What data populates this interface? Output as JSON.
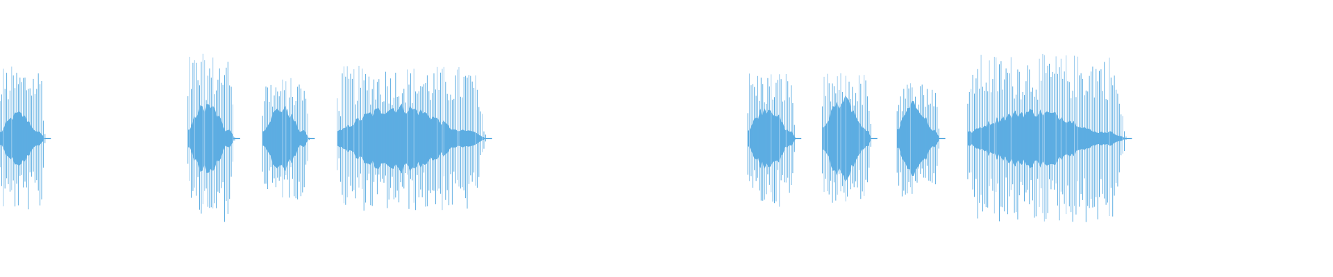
{
  "waveform": {
    "color": "#5dade2",
    "secondary_color": "#9fcdee",
    "background": "#ffffff",
    "segments": [
      {
        "name": "segment-1",
        "start": 0.0,
        "end": 0.034,
        "peak": 0.62,
        "body": 0.22
      },
      {
        "name": "segment-2",
        "start": 0.141,
        "end": 0.176,
        "peak": 0.72,
        "body": 0.3
      },
      {
        "name": "segment-3",
        "start": 0.197,
        "end": 0.232,
        "peak": 0.52,
        "body": 0.27
      },
      {
        "name": "segment-4",
        "start": 0.253,
        "end": 0.365,
        "peak": 0.62,
        "body": 0.28
      },
      {
        "name": "segment-5",
        "start": 0.561,
        "end": 0.597,
        "peak": 0.58,
        "body": 0.28
      },
      {
        "name": "segment-6",
        "start": 0.617,
        "end": 0.654,
        "peak": 0.56,
        "body": 0.34
      },
      {
        "name": "segment-7",
        "start": 0.673,
        "end": 0.705,
        "peak": 0.5,
        "body": 0.3
      },
      {
        "name": "segment-8",
        "start": 0.726,
        "end": 0.845,
        "peak": 0.72,
        "body": 0.24
      }
    ]
  }
}
